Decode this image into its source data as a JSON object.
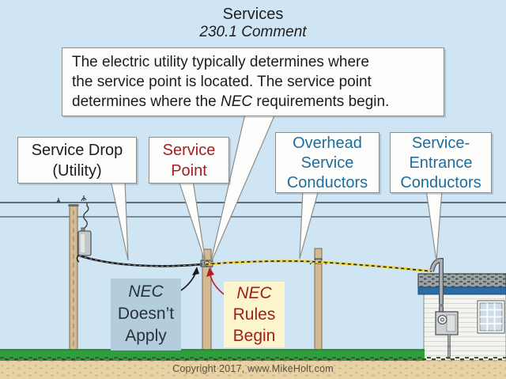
{
  "slide": {
    "title": "Services",
    "subtitle": "230.1 Comment",
    "comment": {
      "line1": "The electric utility typically determines where",
      "line2": "the service point is located. The service point",
      "line3_pre": "determines where the ",
      "line3_em": "NEC",
      "line3_post": " requirements begin."
    },
    "labels": {
      "service_drop": {
        "line1": "Service Drop",
        "line2": "(Utility)"
      },
      "service_point": {
        "line1": "Service",
        "line2": "Point"
      },
      "overhead_service_conductors": {
        "line1": "Overhead",
        "line2": "Service",
        "line3": "Conductors"
      },
      "service_entrance_conductors": {
        "line1": "Service-",
        "line2": "Entrance",
        "line3": "Conductors"
      }
    },
    "notes": {
      "nec_doesnt_apply": {
        "em": "NEC",
        "line2": "Doesn’t",
        "line3": "Apply"
      },
      "nec_rules_begin": {
        "em": "NEC",
        "line2": "Rules",
        "line3": "Begin"
      }
    },
    "footer": "Copyright 2017, www.MikeHolt.com",
    "colors": {
      "sky": "#cfe5f4",
      "label_text_blue": "#1d6d9f",
      "label_text_red": "#a02125",
      "nec_apply_bg": "#b4cddc",
      "nec_apply_text": "#26323a",
      "nec_begin_bg": "#fdf5cc",
      "nec_begin_text": "#a01d20",
      "conductor_highlight_yellow": "#e8d44e",
      "grass_green": "#2f9e3d",
      "dirt_tan": "#e7d2a6",
      "house_fascia_blue": "#2a6da6"
    }
  }
}
